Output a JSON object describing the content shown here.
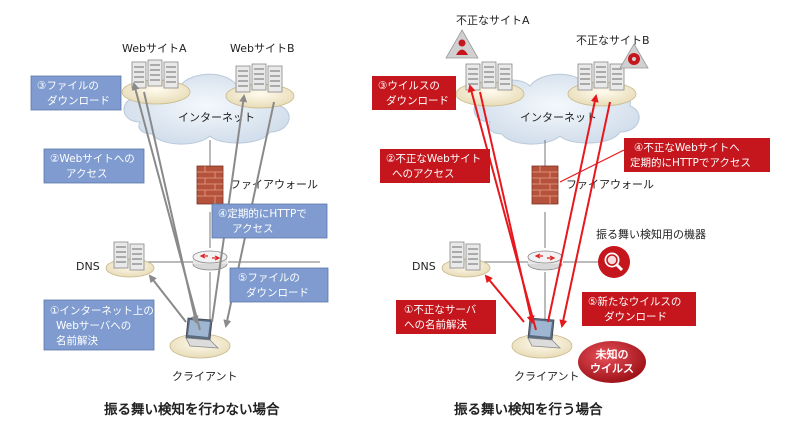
{
  "left": {
    "site_a": "WebサイトA",
    "site_b": "WebサイトB",
    "internet": "インターネット",
    "firewall": "ファイアウォール",
    "dns": "DNS",
    "client": "クライアント",
    "callouts": {
      "download": [
        "③ファイルの",
        "ダウンロード"
      ],
      "access": [
        "②Webサイトへの",
        "アクセス"
      ],
      "http": [
        "④定期的にHTTPで",
        "アクセス"
      ],
      "file_download": [
        "⑤ファイルの",
        "ダウンロード"
      ],
      "resolve": [
        "①インターネット上の",
        "Webサーバへの",
        "名前解決"
      ]
    },
    "caption": "振る舞い検知を行わない場合"
  },
  "right": {
    "site_a": "不正なサイトA",
    "site_b": "不正なサイトB",
    "internet": "インターネット",
    "firewall": "ファイアウォール",
    "dns": "DNS",
    "client": "クライアント",
    "detector": "振る舞い検知用の機器",
    "virus": [
      "未知の",
      "ウイルス"
    ],
    "callouts": {
      "virus_download": [
        "③ウイルスの",
        "ダウンロード"
      ],
      "access": [
        "②不正なWebサイト",
        "へのアクセス"
      ],
      "periodic": [
        "④不正なWebサイトへ",
        "定期的にHTTPでアクセス"
      ],
      "resolve": [
        "①不正なサーバ",
        "への名前解決"
      ],
      "new_virus": [
        "⑤新たなウイルスの",
        "ダウンロード"
      ]
    },
    "caption": "振る舞い検知を行う場合"
  },
  "colors": {
    "blue_callout": "#7f9bcf",
    "red_callout": "#c4161c",
    "gray_arrow": "#8a8a8a",
    "red_arrow": "#e5181e",
    "cloud": "#dfe8f2",
    "platform": "#f5ecd2"
  }
}
